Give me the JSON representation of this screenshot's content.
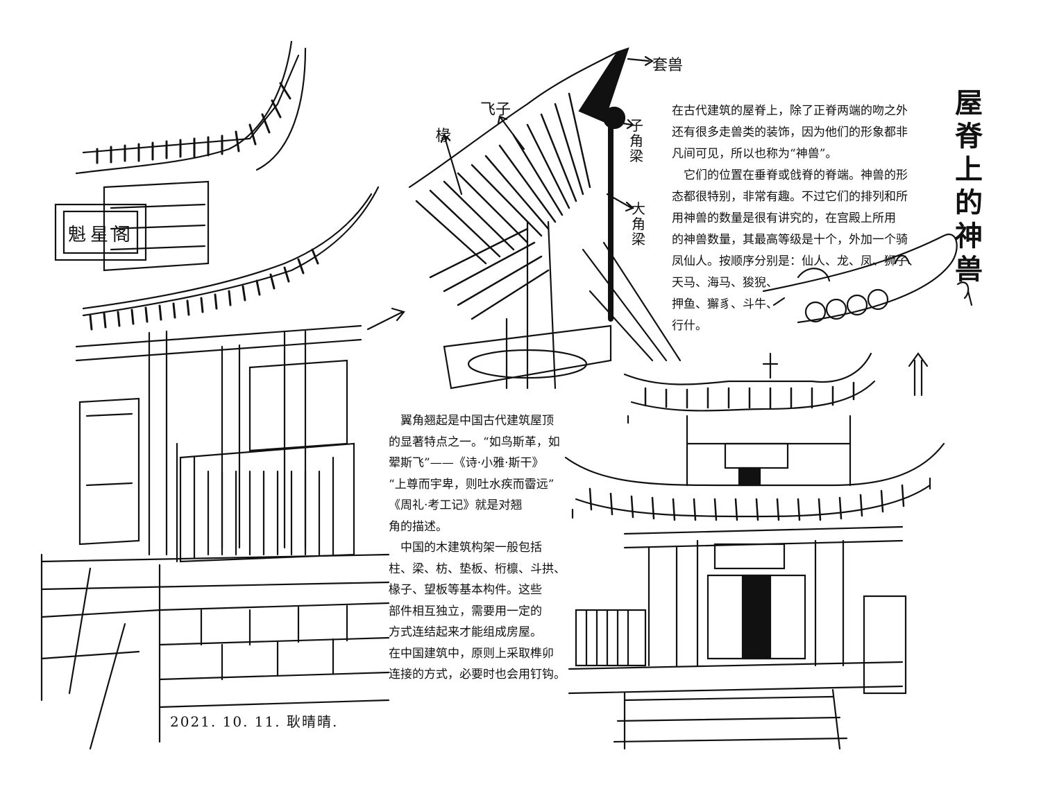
{
  "title": "屋脊上的神兽",
  "right_text": [
    "在古代建筑的屋脊上，除了正脊两端的吻之外",
    "还有很多走兽类的装饰，因为他们的形象都非",
    "凡间可见，所以也称为“神兽”。",
    "　它们的位置在垂脊或戗脊的脊端。神兽的形",
    "态都很特别，非常有趣。不过它们的排列和所",
    "用神兽的数量是很有讲究的，在宫殿上所用",
    "的神兽数量，其最高等级是十个，外加一个骑",
    "凤仙人。按顺序分别是：仙人、龙、凤、狮子、",
    "天马、海马、狻猊、",
    "押鱼、獬豸、斗牛、",
    "行什。"
  ],
  "middle_text": [
    "　翼角翘起是中国古代建筑屋顶",
    "的显著特点之一。“如鸟斯革，如",
    "翚斯飞”——《诗·小雅·斯干》",
    "“上尊而宇卑，则吐水疾而霤远”",
    "《周礼·考工记》就是对翘",
    "角的描述。",
    "　中国的木建筑构架一般包括",
    "柱、梁、枋、垫板、桁檩、斗拱、",
    "椽子、望板等基本构件。这些",
    "部件相互独立，需要用一定的",
    "方式连结起来才能组成房屋。",
    "在中国建筑中，原则上采取榫卯",
    "连接的方式，必要时也会用钉钩。"
  ],
  "labels": {
    "taoshou": "套兽",
    "feizi": "飞子",
    "chuan": "椽",
    "zijiaoliang": "子角梁",
    "dajiaoliang": "大角梁"
  },
  "plaques": {
    "left": "魁星阁"
  },
  "signature": "2021. 10. 11. 耿晴晴."
}
